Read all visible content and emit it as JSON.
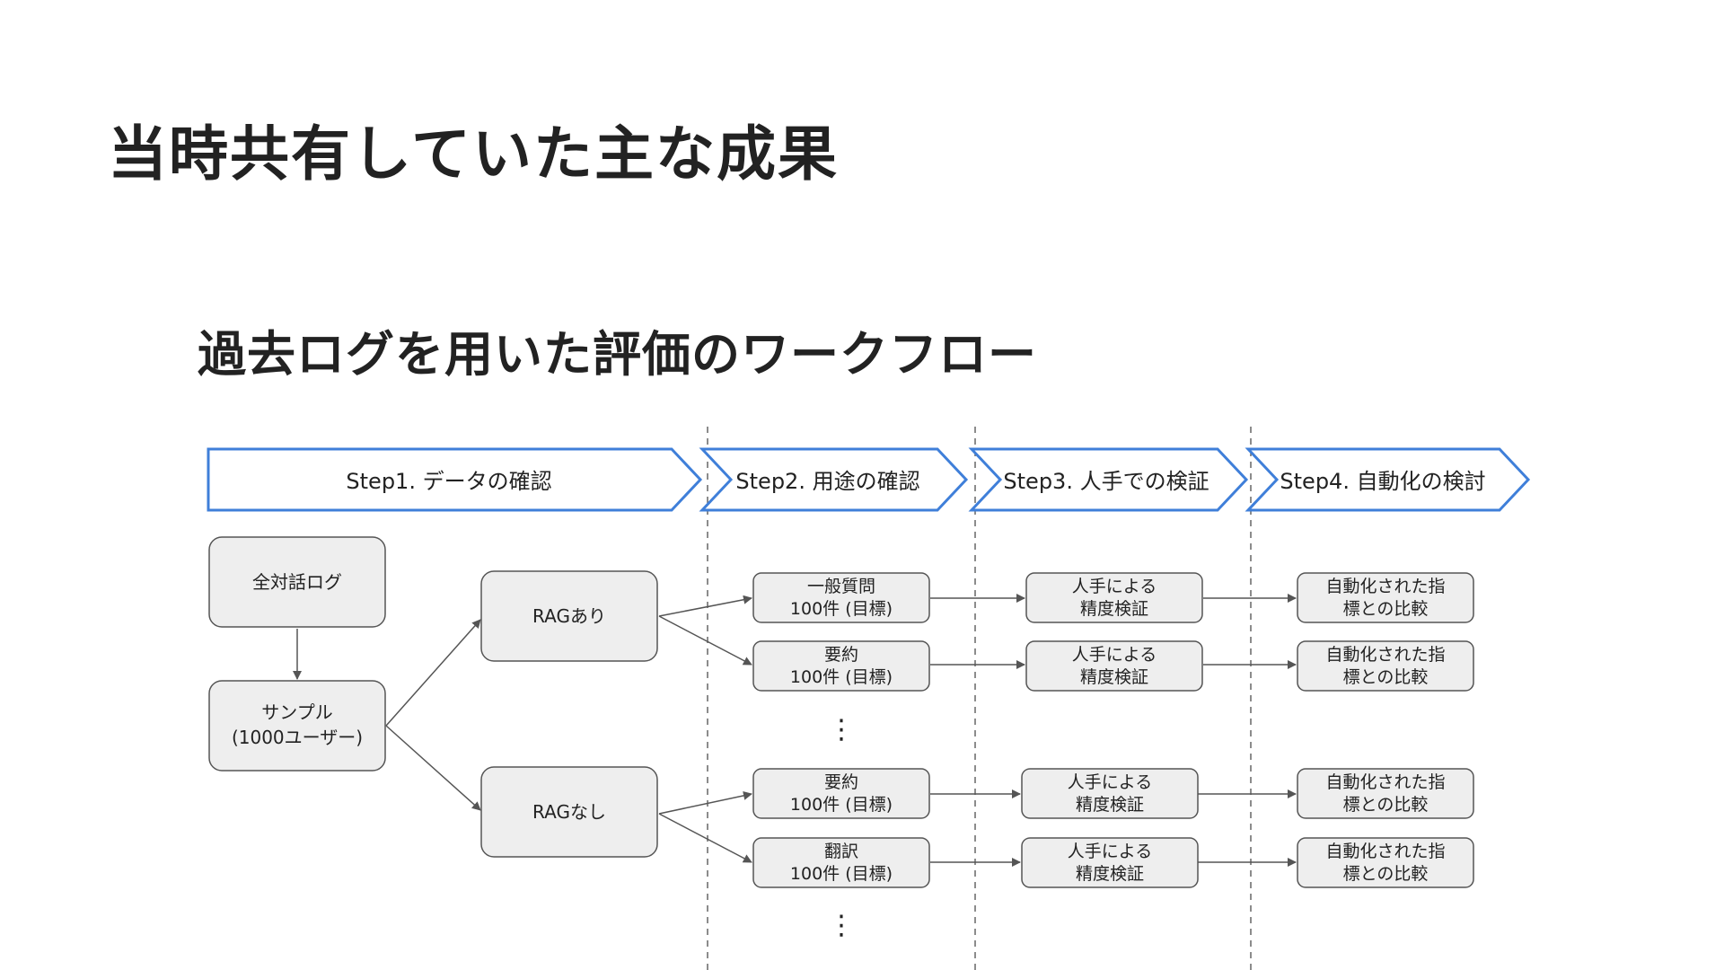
{
  "title": "当時共有していた主な成果",
  "subtitle": "過去ログを用いた評価のワークフロー",
  "steps": [
    "Step1. データの確認",
    "Step2. 用途の確認",
    "Step3. 人手での検証",
    "Step4. 自動化の検討"
  ],
  "source_nodes": {
    "all_logs": "全対話ログ",
    "sample_line1": "サンプル",
    "sample_line2": "(1000ユーザー)",
    "rag_with": "RAGあり",
    "rag_without": "RAGなし"
  },
  "rows": [
    {
      "use_line1": "一般質問",
      "use_line2": "100件 (目標)",
      "check_line1": "人手による",
      "check_line2": "精度検証",
      "auto_line1": "自動化された指",
      "auto_line2": "標との比較"
    },
    {
      "use_line1": "要約",
      "use_line2": "100件 (目標)",
      "check_line1": "人手による",
      "check_line2": "精度検証",
      "auto_line1": "自動化された指",
      "auto_line2": "標との比較"
    },
    {
      "use_line1": "要約",
      "use_line2": "100件 (目標)",
      "check_line1": "人手による",
      "check_line2": "精度検証",
      "auto_line1": "自動化された指",
      "auto_line2": "標との比較"
    },
    {
      "use_line1": "翻訳",
      "use_line2": "100件 (目標)",
      "check_line1": "人手による",
      "check_line2": "精度検証",
      "auto_line1": "自動化された指",
      "auto_line2": "標との比較"
    }
  ],
  "ellipsis": "⋮",
  "colors": {
    "step_border": "#3f7fd9",
    "node_fill": "#eeeeee",
    "node_border": "#555555",
    "arrow": "#555555",
    "divider": "#666666"
  }
}
